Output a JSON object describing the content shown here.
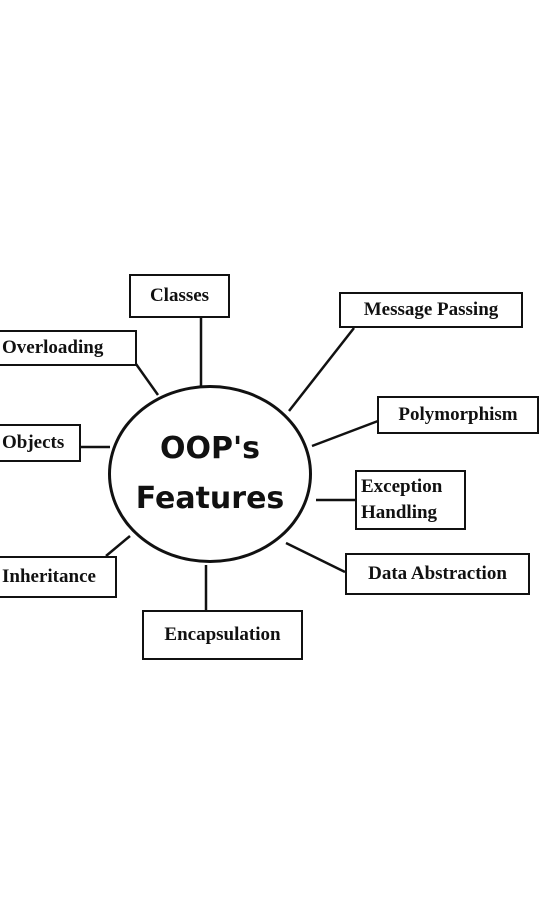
{
  "diagram": {
    "center": {
      "line1": "OOP's",
      "line2": "Features"
    },
    "nodes": {
      "classes": "Classes",
      "message_passing": "Message Passing",
      "overloading": "Overloading",
      "polymorphism": "Polymorphism",
      "objects": "Objects",
      "exception_handling_line1": "Exception",
      "exception_handling_line2": "Handling",
      "inheritance": "Inheritance",
      "data_abstraction": "Data Abstraction",
      "encapsulation": "Encapsulation"
    },
    "colors": {
      "stroke": "#111111",
      "background": "#ffffff"
    }
  }
}
